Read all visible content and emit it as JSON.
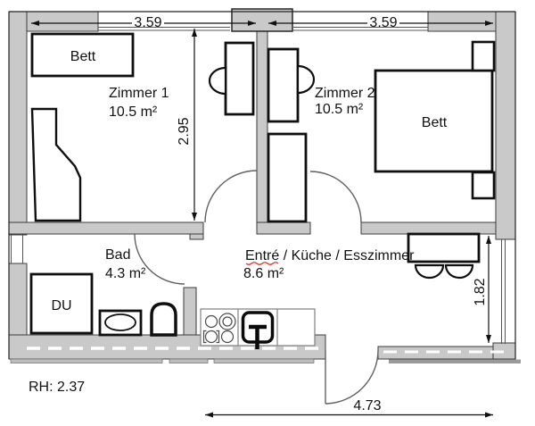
{
  "rooms": {
    "zimmer1": {
      "name": "Zimmer 1",
      "area": "10.5 m²"
    },
    "zimmer2": {
      "name": "Zimmer 2",
      "area": "10.5 m²"
    },
    "bad": {
      "name": "Bad",
      "area": "4.3 m²"
    },
    "entre_kueche": {
      "name": "Entré / Küche / Esszimmer",
      "area": "8.6 m²"
    }
  },
  "furniture": {
    "bed_zimmer1": "Bett",
    "bed_zimmer2": "Bett",
    "shower": "DU"
  },
  "dimensions": {
    "top_left_width": "3.59",
    "top_right_width": "3.59",
    "zimmer1_depth": "2.95",
    "dining_depth": "1.82",
    "bottom_width": "4.73",
    "room_height": "RH: 2.37"
  },
  "colors": {
    "wall": "#c9c9c9",
    "wall_outline": "#3c3c3c",
    "wall_shadow": "#9a9a9a",
    "furniture_outline": "#0f0f0f",
    "door_arc": "#606060",
    "spellcheck_underline": "#d93025"
  }
}
